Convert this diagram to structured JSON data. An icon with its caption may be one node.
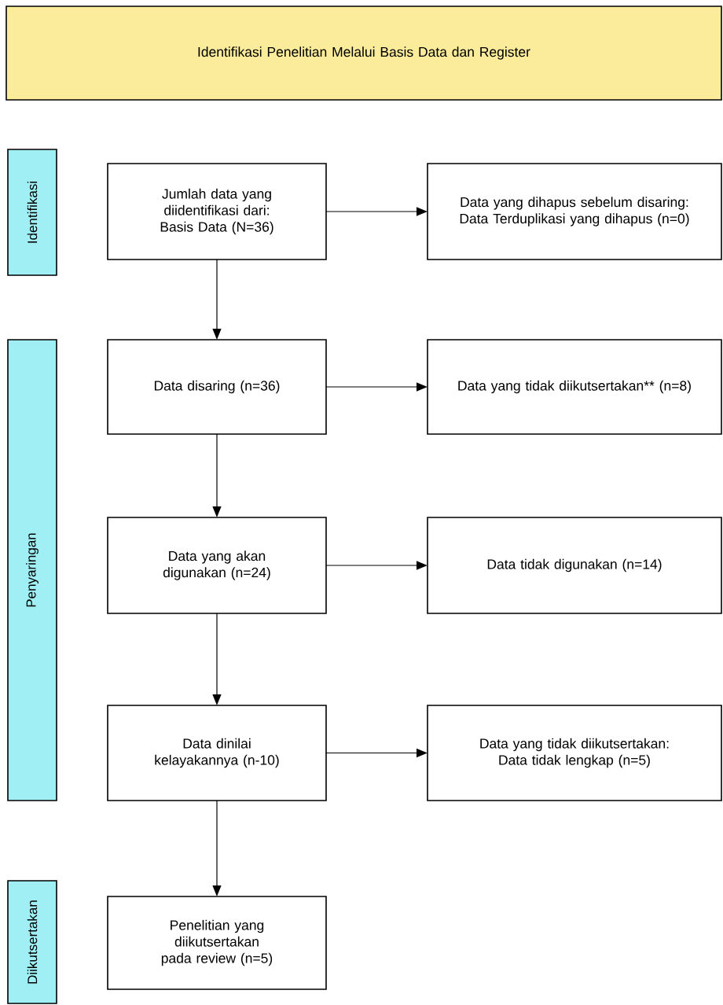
{
  "diagram": {
    "nodes": [
      {
        "text": [
          "Identifikasi Penelitian Melalui Basis Data dan Register"
        ]
      },
      {
        "text": [
          "Identifikasi"
        ]
      },
      {
        "text": [
          "Penyaringan"
        ]
      },
      {
        "text": [
          "Diikutsertakan"
        ]
      },
      {
        "text": [
          "Jumlah data yang diidentifikasi dari: Basis Data (N=36)"
        ]
      },
      {
        "text": [
          "Data yang dihapus sebelum disaring: Data Terduplikasi yang dihapus (n=0)"
        ]
      },
      {
        "text": [
          "Data disaring (n=36)"
        ]
      },
      {
        "text": [
          "Data yang tidak diikutsertakan** (n=8)"
        ]
      },
      {
        "text": [
          "Data yang akan digunakan (n=24)"
        ]
      },
      {
        "text": [
          "Data tidak digunakan (n=14)"
        ]
      },
      {
        "text": [
          "Data dinilai kelayakannya (n-10)"
        ]
      },
      {
        "text": [
          "Data yang tidak diikutsertakan: Data tidak lengkap (n=5)"
        ]
      },
      {
        "text": [
          "Penelitian yang diikutsertakan pada review (n=5)"
        ]
      }
    ],
    "edges": [
      {
        "from": 4,
        "to": 5,
        "arrow": "to"
      },
      {
        "from": 4,
        "to": 6,
        "arrow": "to"
      },
      {
        "from": 6,
        "to": 7,
        "arrow": "to"
      },
      {
        "from": 6,
        "to": 8,
        "arrow": "to"
      },
      {
        "from": 8,
        "to": 9,
        "arrow": "to"
      },
      {
        "from": 8,
        "to": 10,
        "arrow": "to"
      },
      {
        "from": 10,
        "to": 11,
        "arrow": "to"
      },
      {
        "from": 10,
        "to": 12,
        "arrow": "to"
      }
    ]
  }
}
